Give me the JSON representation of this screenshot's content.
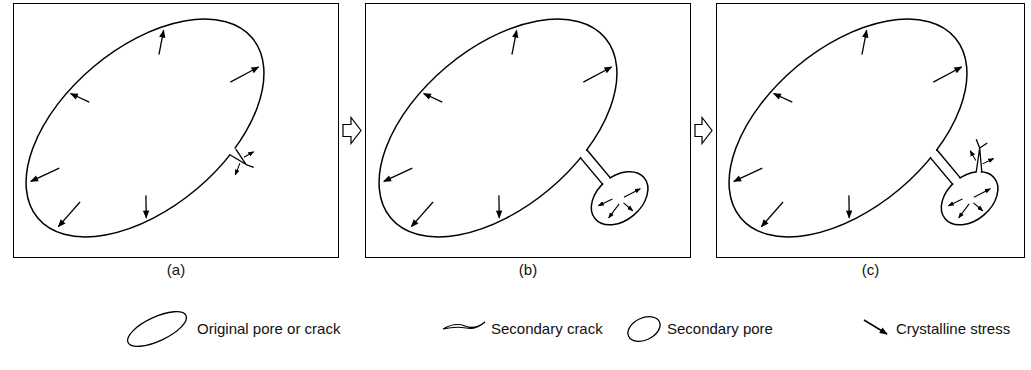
{
  "diagram": {
    "nodes": [
      {
        "text": [
          "(a)"
        ]
      },
      {
        "text": [
          "(b)"
        ]
      },
      {
        "text": [
          "(c)"
        ]
      }
    ],
    "edges": [
      {
        "from": 0,
        "to": 1,
        "arrow": "to"
      },
      {
        "from": 1,
        "to": 2,
        "arrow": "to"
      }
    ],
    "legend": [
      {
        "text": "Original pore or crack"
      },
      {
        "text": "Secondary crack"
      },
      {
        "text": "Secondary pore"
      },
      {
        "text": "Crystalline stress"
      }
    ]
  }
}
